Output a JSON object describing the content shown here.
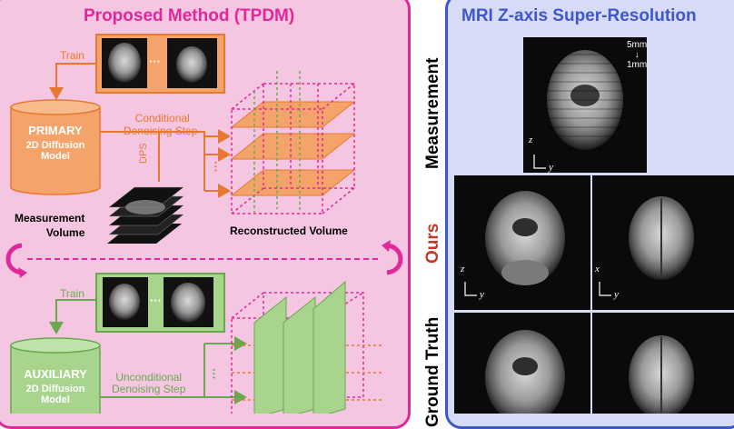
{
  "left_panel": {
    "title": "Proposed Method (TPDM)",
    "top_train_label": "Train",
    "top_ellipsis": "···",
    "primary_line1": "PRIMARY",
    "primary_line2": "2D Diffusion",
    "primary_line3": "Model",
    "conditional_line1": "Conditional",
    "conditional_line2": "Denoising Step",
    "dps_label": "DPS",
    "measurement_volume_line1": "Measurement",
    "measurement_volume_line2": "Volume",
    "reconstructed_volume": "Reconstructed Volume",
    "bottom_train_label": "Train",
    "bottom_ellipsis": "···",
    "auxiliary_line1": "AUXILIARY",
    "auxiliary_line2": "2D Diffusion",
    "auxiliary_line3": "Model",
    "unconditional_line1": "Unconditional",
    "unconditional_line2": "Denoising Step",
    "colors": {
      "primary_orange": "#e8782f",
      "auxiliary_green": "#6aa84f",
      "accent_magenta": "#e0289b"
    }
  },
  "right_panel": {
    "title": "MRI Z-axis Super-Resolution",
    "row_measurement": "Measurement",
    "row_ours": "Ours",
    "row_ground_truth": "Ground Truth",
    "resolution_top": "5mm",
    "resolution_arrow": "↓",
    "resolution_bottom": "1mm",
    "axis_z": "z",
    "axis_y": "y",
    "axis_x": "x",
    "colors": {
      "accent_blue": "#3f57c9",
      "ours_red": "#c0392b"
    }
  }
}
